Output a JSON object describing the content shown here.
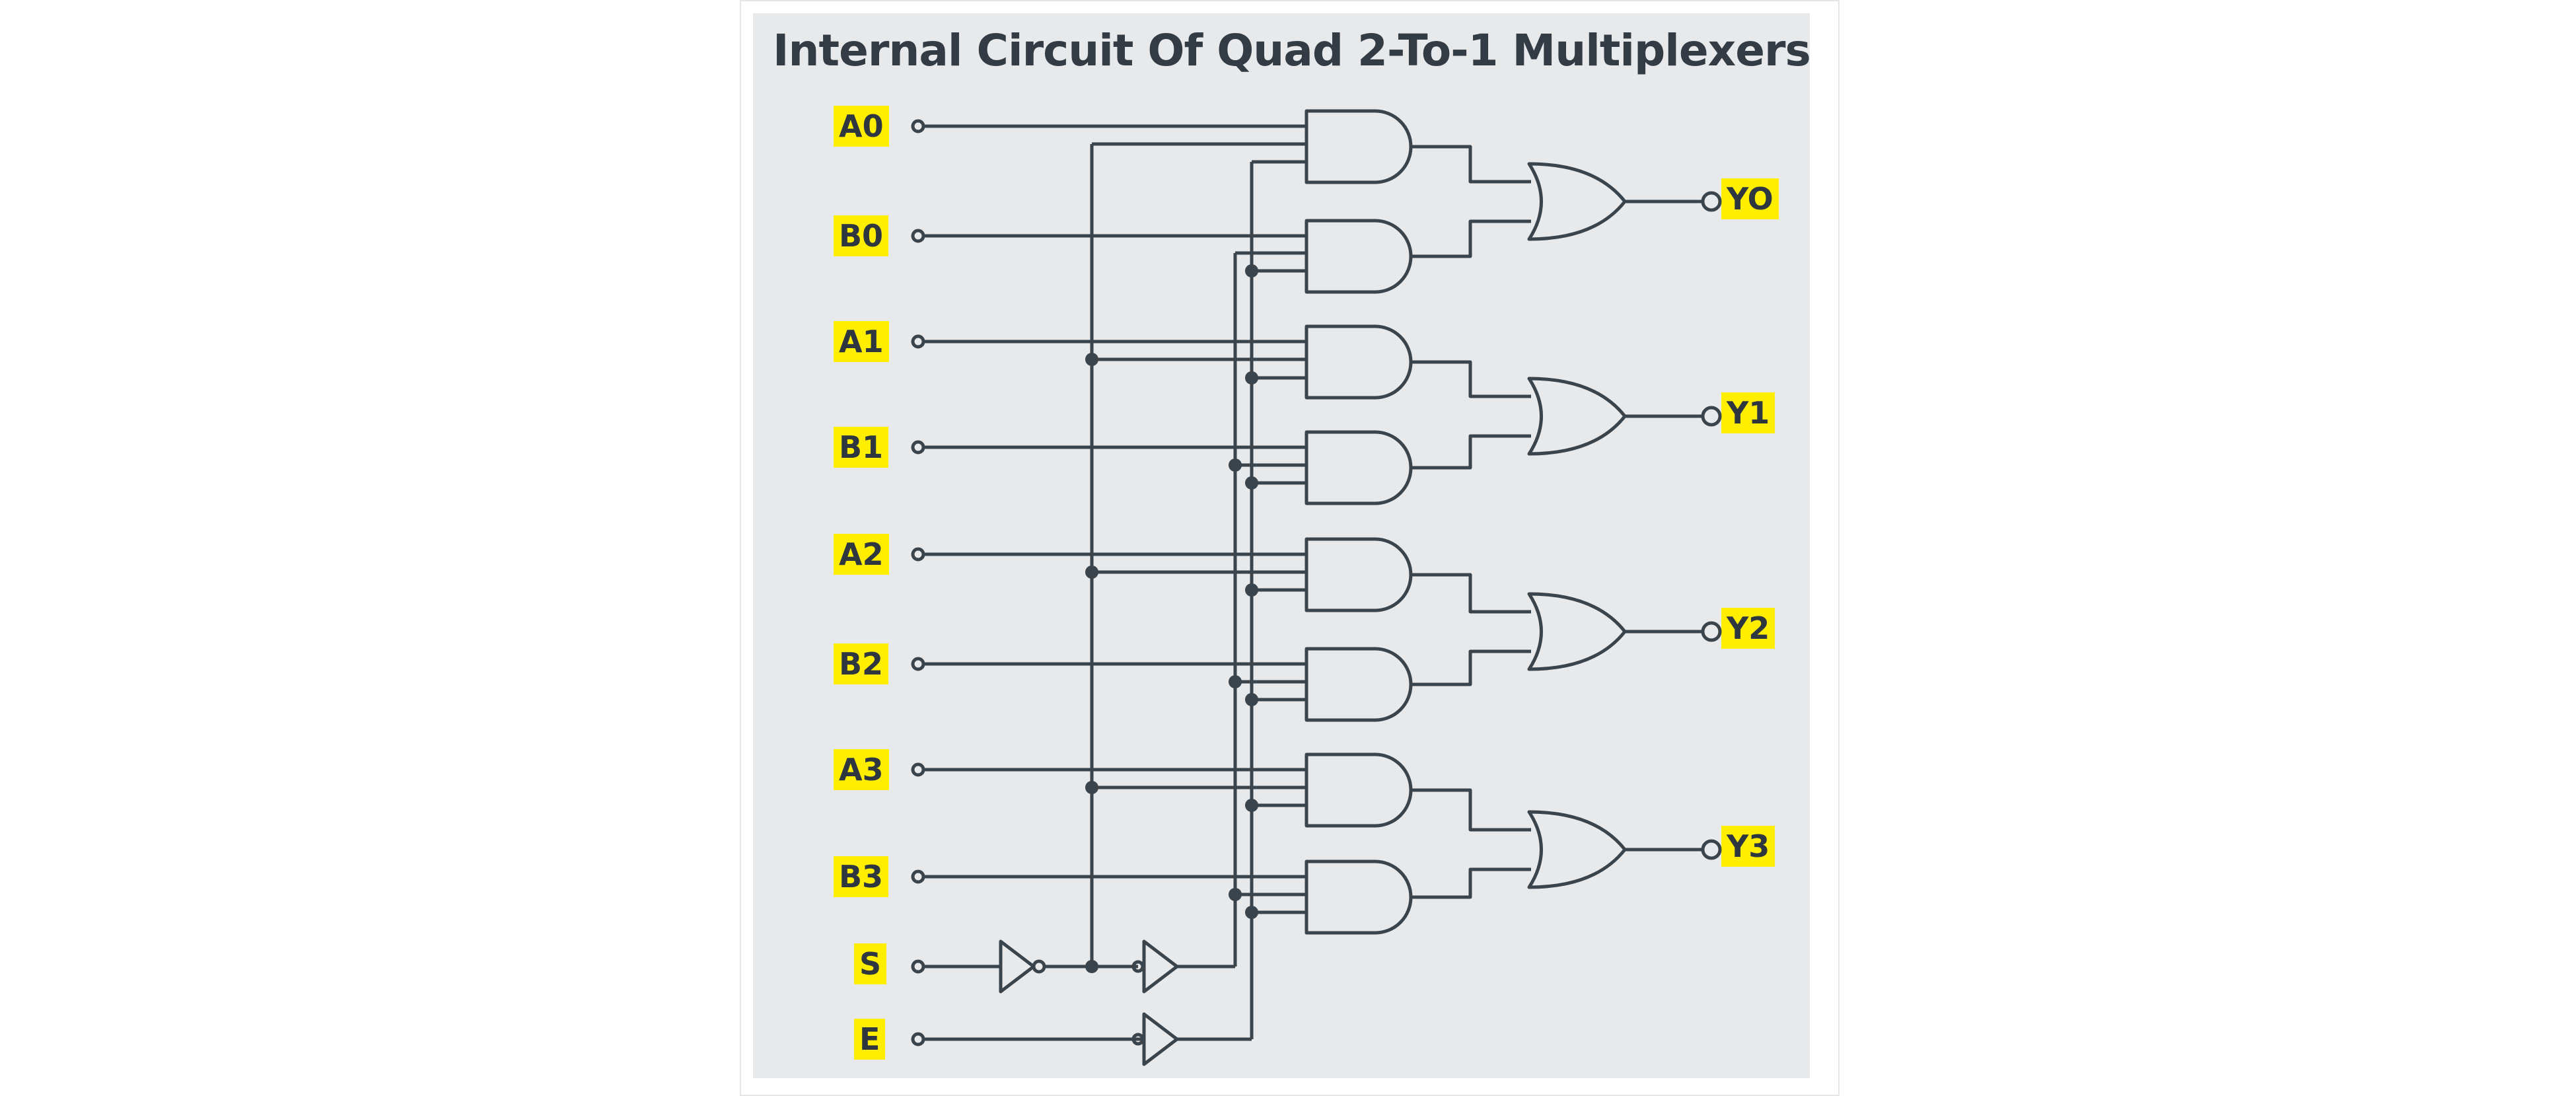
{
  "title": "Internal Circuit Of Quad 2-To-1 Multiplexers",
  "inputs": {
    "a0": "A0",
    "b0": "B0",
    "a1": "A1",
    "b1": "B1",
    "a2": "A2",
    "b2": "B2",
    "a3": "A3",
    "b3": "B3",
    "s": "S",
    "e": "E"
  },
  "outputs": {
    "y0": "YO",
    "y1": "Y1",
    "y2": "Y2",
    "y3": "Y3"
  },
  "colors": {
    "background": "#e8e9ea",
    "wire": "#3a444c",
    "label_highlight": "#ffee00",
    "title": "#333c44"
  }
}
